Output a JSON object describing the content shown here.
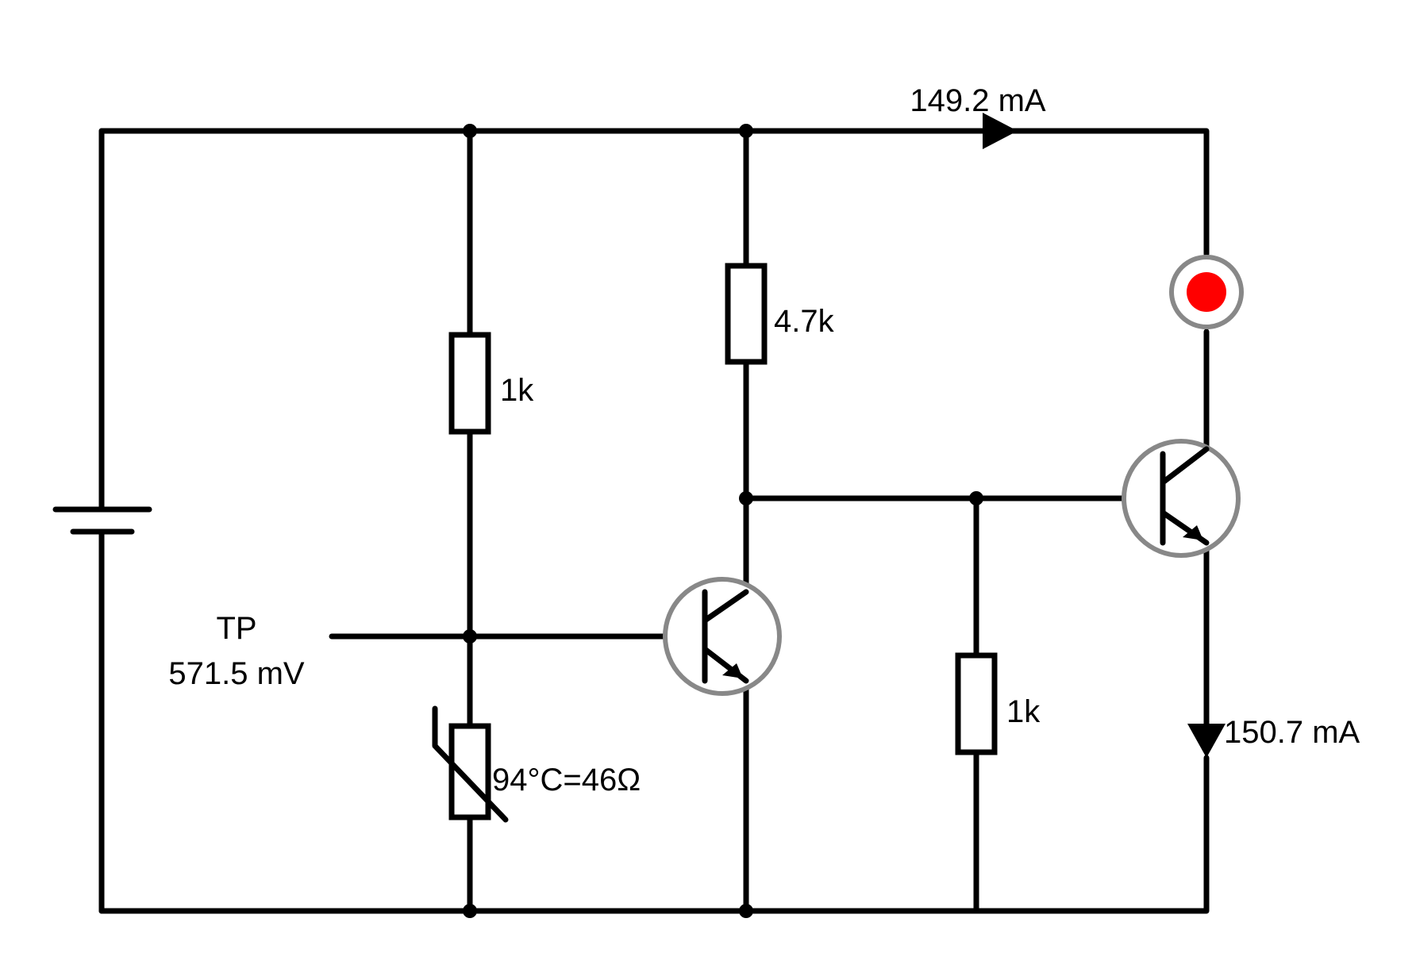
{
  "labels": {
    "current_top": "149.2 mA",
    "current_right": "150.7 mA",
    "tp_name": "TP",
    "tp_value": "571.5 mV",
    "r1": "1k",
    "r2": "4.7k",
    "r3": "1k",
    "thermistor": "94°C=46Ω"
  },
  "colors": {
    "wire": "#000000",
    "transistor_ring": "#888888",
    "led_fill": "#ff0000"
  },
  "icons": {
    "battery": "battery-icon",
    "resistor": "resistor-icon",
    "thermistor": "thermistor-icon",
    "npn_transistor": "npn-transistor-icon",
    "led": "led-icon",
    "current_arrow": "arrow-icon"
  }
}
